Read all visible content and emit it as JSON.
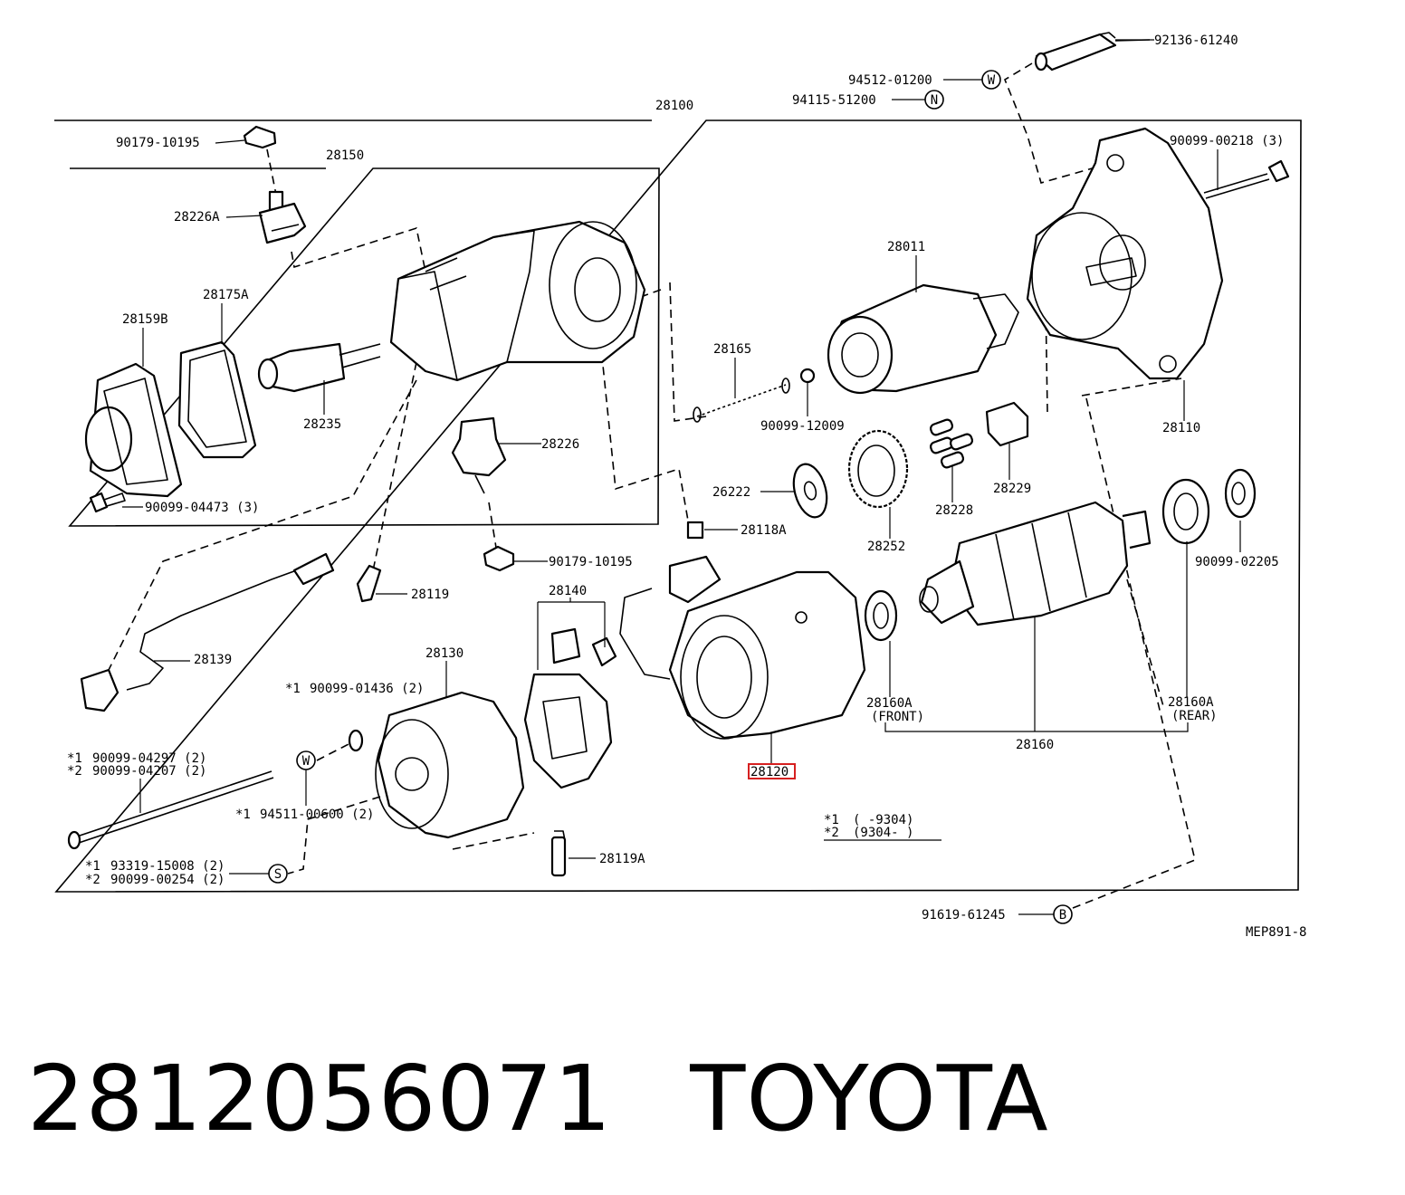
{
  "diagram": {
    "labels": {
      "p92136_61240": "92136-61240",
      "p94512_01200": "94512-01200",
      "p94115_51200": "94115-51200",
      "p28100": "28100",
      "p90179_10195_top": "90179-10195",
      "p28150": "28150",
      "p90099_00218": "90099-00218 (3)",
      "p28226A": "28226A",
      "p28011": "28011",
      "p28175A": "28175A",
      "p28159B": "28159B",
      "p28165": "28165",
      "p28235": "28235",
      "p90099_12009": "90099-12009",
      "p28110": "28110",
      "p28226": "28226",
      "p28229": "28229",
      "p26222": "26222",
      "p28228": "28228",
      "p90099_04473": "90099-04473 (3)",
      "p28118A": "28118A",
      "p28252": "28252",
      "p90179_10195_mid": "90179-10195",
      "p90099_02205": "90099-02205",
      "p28140": "28140",
      "p28119": "28119",
      "p28139": "28139",
      "p28130": "28130",
      "p90099_01436": "90099-01436 (2)",
      "p28160A_front": "28160A",
      "front": "(FRONT)",
      "p28160A_rear": "28160A",
      "rear": "(REAR)",
      "p28160": "28160",
      "p28120": "28120",
      "p90099_04297": "90099-04297 (2)",
      "p90099_04207": "90099-04207 (2)",
      "p94511_00600": "94511-00600 (2)",
      "note1": "(      -9304)",
      "note2": "(9304-      )",
      "p28119A": "28119A",
      "p93319_15008": "93319-15008 (2)",
      "p90099_00254": "90099-00254 (2)",
      "p91619_61245": "91619-61245",
      "code": "MEP891-8"
    },
    "markers": {
      "star1": "*1",
      "star2": "*2",
      "W": "W",
      "N": "N",
      "S": "S",
      "B": "B"
    },
    "highlighted_part": "28120",
    "highlight_color": "#d62020"
  },
  "footer": {
    "part_number": "2812056071",
    "brand": "TOYOTA"
  }
}
